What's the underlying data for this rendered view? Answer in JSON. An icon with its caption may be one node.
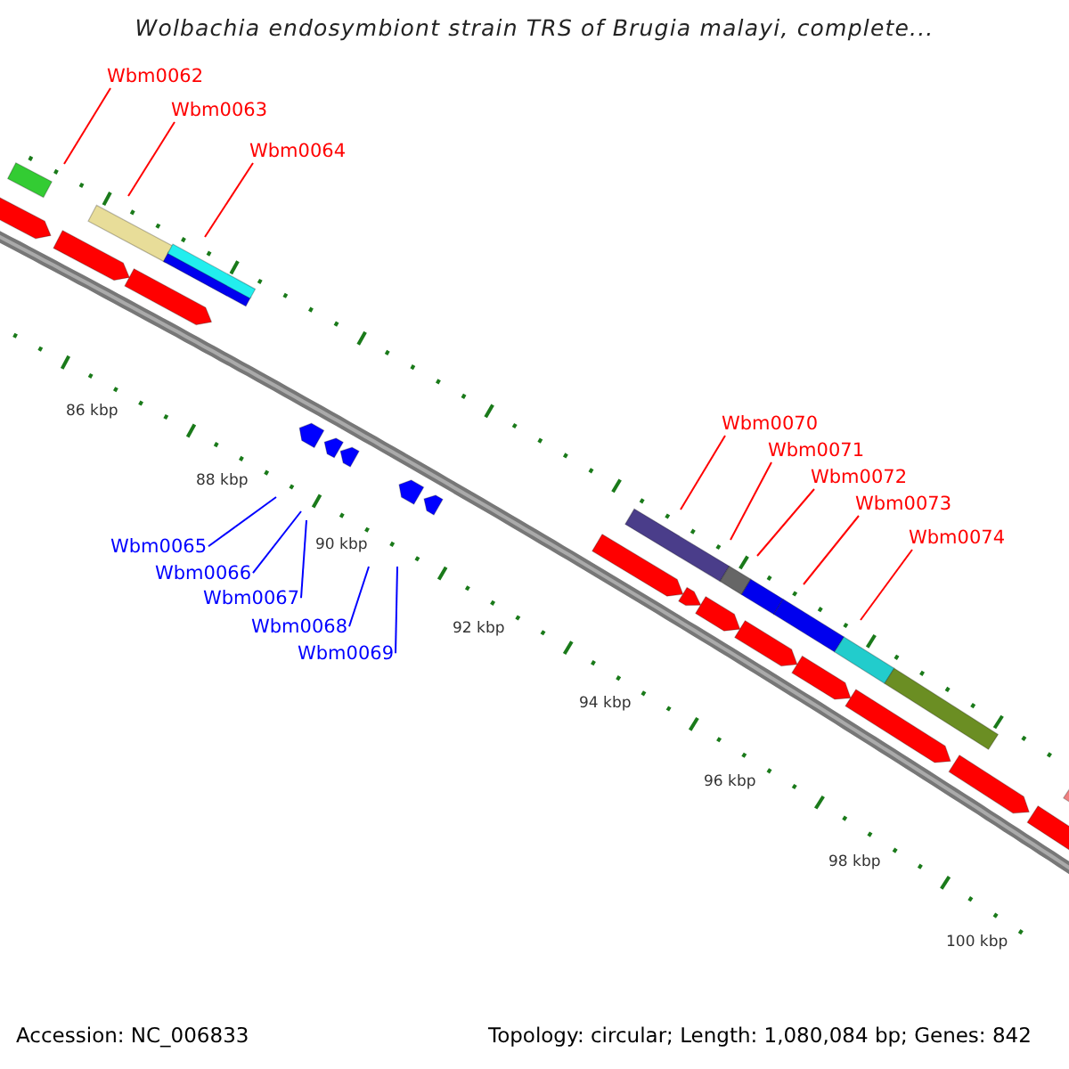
{
  "diagram": {
    "title": "Wolbachia endosymbiont strain TRS of Brugia malayi, complete...",
    "nodes": [
      {
        "text": [
          "Wbm0062"
        ]
      },
      {
        "text": [
          "Wbm0063"
        ]
      },
      {
        "text": [
          "Wbm0064"
        ]
      },
      {
        "text": [
          "Wbm0065"
        ]
      },
      {
        "text": [
          "Wbm0066"
        ]
      },
      {
        "text": [
          "Wbm0067"
        ]
      },
      {
        "text": [
          "Wbm0068"
        ]
      },
      {
        "text": [
          "Wbm0069"
        ]
      },
      {
        "text": [
          "Wbm0070"
        ]
      },
      {
        "text": [
          "Wbm0071"
        ]
      },
      {
        "text": [
          "Wbm0072"
        ]
      },
      {
        "text": [
          "Wbm0073"
        ]
      },
      {
        "text": [
          "Wbm0074"
        ]
      }
    ],
    "edges": [
      {
        "from": 0,
        "to": null,
        "arrow": "none"
      },
      {
        "from": 1,
        "to": null,
        "arrow": "none"
      },
      {
        "from": 2,
        "to": null,
        "arrow": "none"
      },
      {
        "from": 3,
        "to": null,
        "arrow": "none",
        "color": "#0000ff"
      },
      {
        "from": 4,
        "to": null,
        "arrow": "none",
        "color": "#0000ff"
      },
      {
        "from": 5,
        "to": null,
        "arrow": "none",
        "color": "#0000ff"
      },
      {
        "from": 6,
        "to": null,
        "arrow": "none",
        "color": "#0000ff"
      },
      {
        "from": 7,
        "to": null,
        "arrow": "none",
        "color": "#0000ff"
      },
      {
        "from": 8,
        "to": null,
        "arrow": "none"
      },
      {
        "from": 9,
        "to": null,
        "arrow": "none"
      },
      {
        "from": 10,
        "to": null,
        "arrow": "none"
      },
      {
        "from": 11,
        "to": null,
        "arrow": "none"
      },
      {
        "from": 12,
        "to": null,
        "arrow": "none"
      }
    ],
    "labels": [
      "86 kbp",
      "88 kbp",
      "90 kbp",
      "92 kbp",
      "94 kbp",
      "96 kbp",
      "98 kbp",
      "100 kbp",
      "Accession: NC_006833",
      "Topology: circular; Length: 1,080,084 bp; Genes: 842"
    ]
  }
}
